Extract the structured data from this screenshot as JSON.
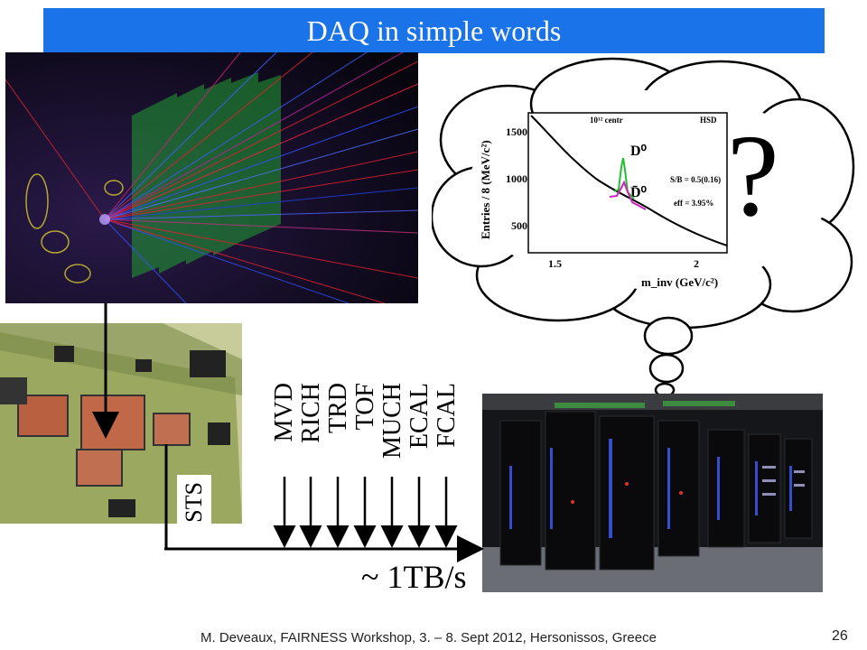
{
  "slide": {
    "title": "DAQ in simple words",
    "footer": "M. Deveaux, FAIRNESS Workshop, 3. – 8. Sept 2012, Hersonissos, Greece",
    "page_number": "26",
    "data_rate": "~ 1TB/s",
    "question_mark": "?"
  },
  "detectors": {
    "sts": "STS",
    "subsystems": [
      "FCAL",
      "ECAL",
      "MUCH",
      "TOF",
      "TRD",
      "RICH",
      "MVD"
    ]
  },
  "thought_plot": {
    "ylabel": "Entries / 8 (MeV/c²)",
    "xlabel": "m_inv (GeV/c²)",
    "yticks": [
      "500",
      "1000",
      "1500"
    ],
    "xticks": [
      "1.5",
      "2"
    ],
    "top_left_label": "10¹² centr",
    "top_right_label": "HSD",
    "peak_label_1": "D⁰",
    "peak_label_2": "D̄⁰",
    "sb_text": "S/B = 0.5(0.16)",
    "eff_text": "eff = 3.95%"
  },
  "colors": {
    "title_bg": "#1a73e8",
    "title_fg": "#ffffff"
  }
}
